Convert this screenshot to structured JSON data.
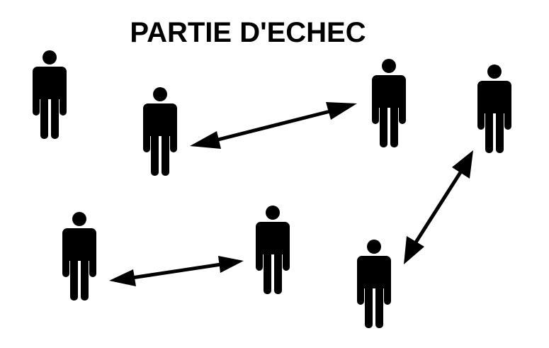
{
  "title": "PARTIE D'ECHEC",
  "colors": {
    "background": "#ffffff",
    "ink": "#000000"
  },
  "figures": [
    {
      "name": "person-1",
      "icon": "person-icon"
    },
    {
      "name": "person-2",
      "icon": "person-icon"
    },
    {
      "name": "person-3",
      "icon": "person-icon"
    },
    {
      "name": "person-4",
      "icon": "person-icon"
    },
    {
      "name": "person-5",
      "icon": "person-icon"
    },
    {
      "name": "person-6",
      "icon": "person-icon"
    },
    {
      "name": "person-7",
      "icon": "person-icon"
    }
  ],
  "connections": [
    {
      "from": "person-2",
      "to": "person-3",
      "type": "double-arrow"
    },
    {
      "from": "person-4",
      "to": "person-6",
      "type": "double-arrow"
    },
    {
      "from": "person-5",
      "to": "person-7",
      "type": "double-arrow"
    }
  ]
}
